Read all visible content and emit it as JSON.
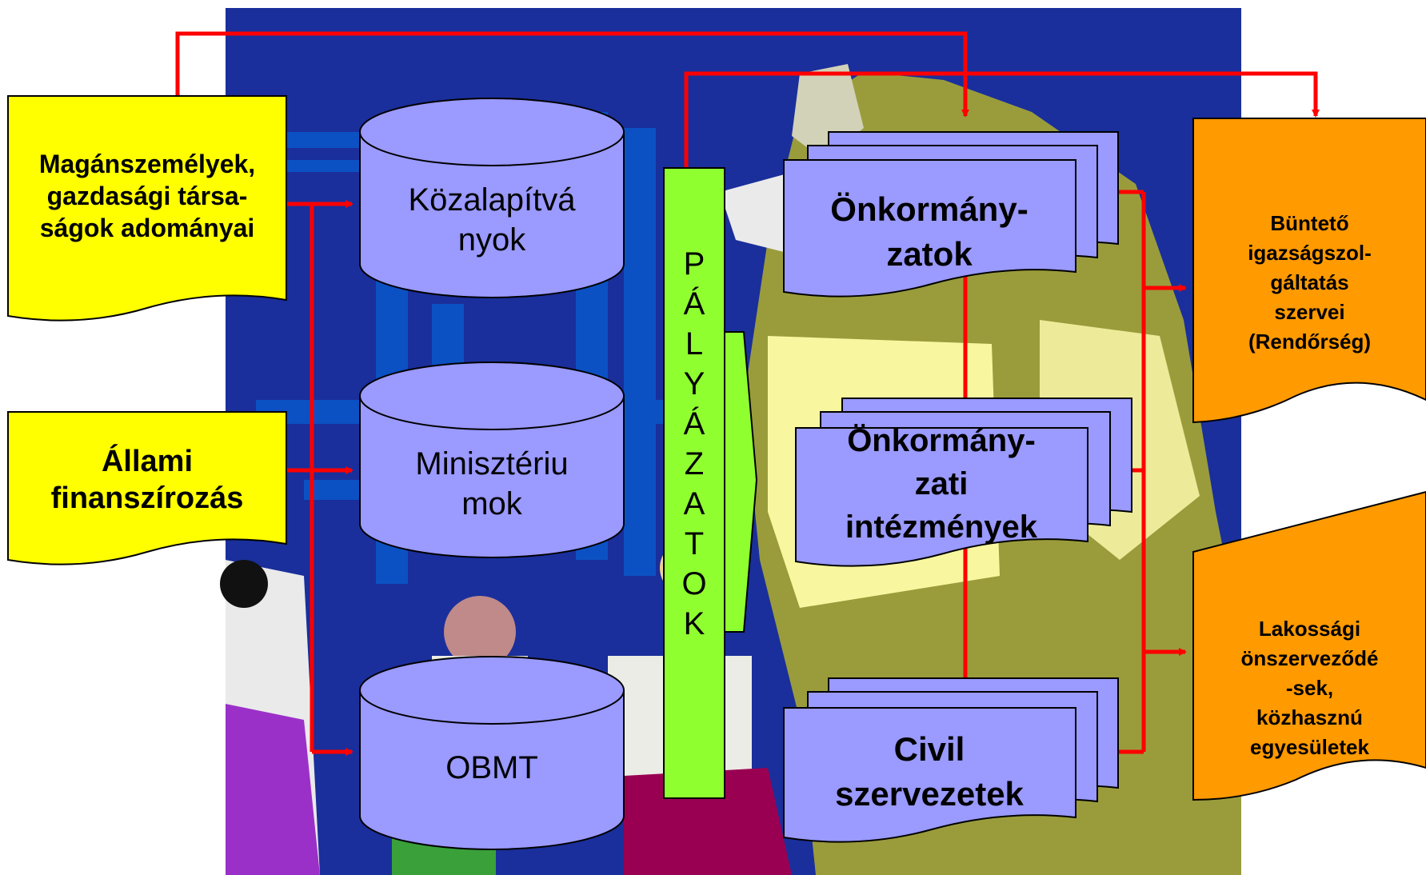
{
  "colors": {
    "background": "#1a2f9b",
    "cylinder": "#9a9aff",
    "source_box": "#ffff00",
    "tender_bar": "#90ff30",
    "document": "#9a9aff",
    "output_box": "#ff9a00",
    "arrow": "#ff0000"
  },
  "sources": {
    "private": "Magánszemélyek,\ngazdasági társa-\nságok adományai",
    "state": "Állami\nfinanszírozás"
  },
  "funds": {
    "kozalapitvanyok": "Közalapítvá\nnyok",
    "miniszteriumok": "Minisztériu\nmok",
    "obmt": "OBMT"
  },
  "tenders": {
    "letters": [
      "P",
      "Á",
      "L",
      "Y",
      "Á",
      "Z",
      "A",
      "T",
      "O",
      "K"
    ]
  },
  "recipients": {
    "onkormanyzatok": "Önkormány-\nzatok",
    "intezmenyek": "Önkormány-\nzati\nintézmények",
    "civil": "Civil\nszervezetek"
  },
  "outputs": {
    "police": "Büntető\nigazságszol-\ngáltatás\nszervei\n(Rendőrség)",
    "community": "Lakossági\nönszerveződé\n-sek,\nközhasznú\negyesületek"
  }
}
